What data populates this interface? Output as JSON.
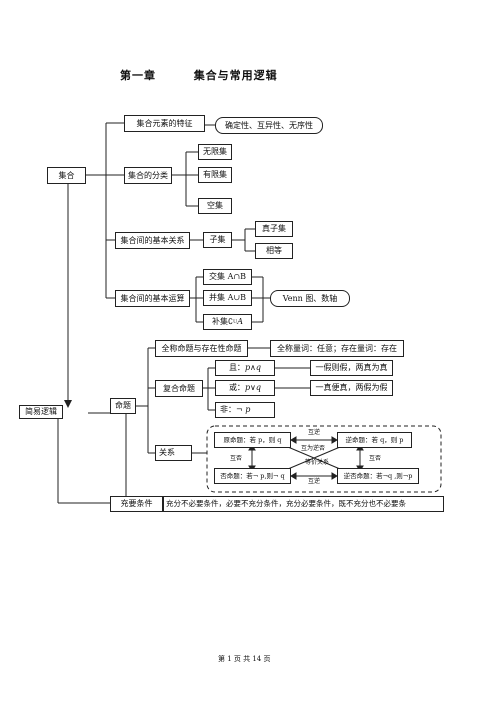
{
  "title": {
    "chapter": "第一章",
    "name": "集合与常用逻辑"
  },
  "set_branch": {
    "root": "集合",
    "features": "集合元素的特征",
    "features_detail": "确定性、互异性、无序性",
    "classification": "集合的分类",
    "infinite": "无限集",
    "finite": "有限集",
    "empty": "空集",
    "relations": "集合间的基本关系",
    "subset": "子集",
    "proper_subset": "真子集",
    "equal": "相等",
    "operations": "集合间的基本运算",
    "intersection": "交集 A∩B",
    "union": "并集 A∪B",
    "complement": "补集∁",
    "complement_sub": "U",
    "complement_var": "A",
    "venn": "Venn 图、数轴"
  },
  "logic_branch": {
    "root": "简易逻辑",
    "proposition": "命题",
    "quantifier_prop": "全称命题与存在性命题",
    "quantifiers": "全称量词：任意；存在量词：存在",
    "compound": "复合命题",
    "and_label": "且：",
    "and_expr": "p∧q",
    "and_rule": "一假则假，两真为真",
    "or_label": "或：",
    "or_expr": "p∨q",
    "or_rule": "一真便真，两假为假",
    "not_label": "非：",
    "not_expr": "¬ p",
    "relation": "关系",
    "original": "原命题：若 p，则 q",
    "converse": "逆命题：若 q，则 p",
    "inverse": "否命题：若¬ p,则¬ q",
    "contrapositive": "逆否命题：若¬q ,则¬p",
    "mutual_converse_top": "互逆",
    "mutual_converse_bottom": "互逆",
    "mutual_negation_left": "互否",
    "mutual_negation_right": "互否",
    "contra_pair": "互为逆否",
    "equivalent": "等价关系",
    "conditions": "充要条件",
    "conditions_detail": "充分不必要条件，必要不充分条件，充分必要条件，既不充分也不必要条"
  },
  "footer": "第 1 页 共 14 页"
}
